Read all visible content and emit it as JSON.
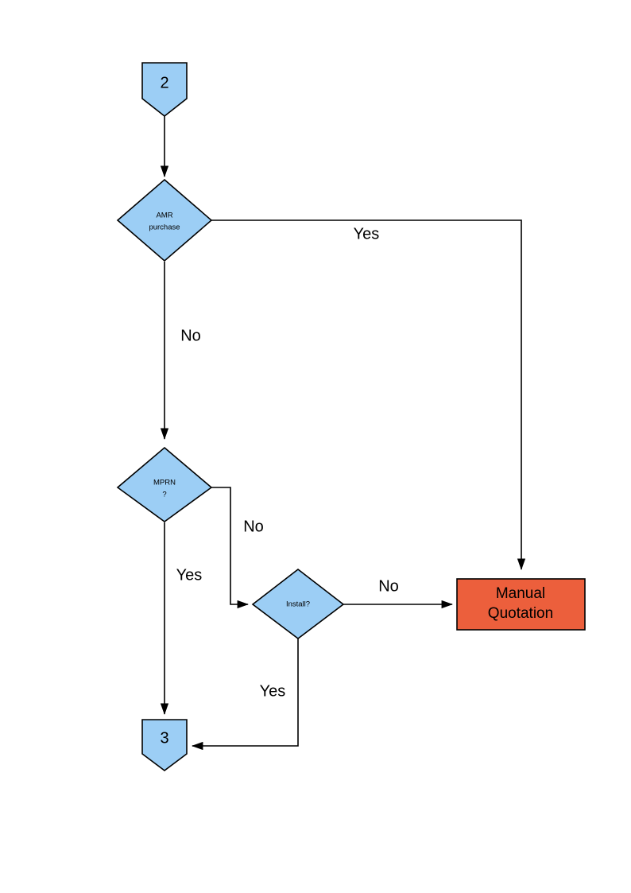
{
  "diagram": {
    "type": "flowchart",
    "title": "",
    "colors": {
      "node_fill_blue": "#9CCEF5",
      "node_fill_orange": "#EC5F3C",
      "stroke": "#000000",
      "background": "#FFFFFF",
      "text": "#000000"
    },
    "nodes": [
      {
        "id": "start-2",
        "shape": "pentagon-connector",
        "label": "2",
        "fill": "#9CCEF5"
      },
      {
        "id": "amr-purchase",
        "shape": "diamond",
        "label_line1": "AMR",
        "label_line2": "purchase",
        "fill": "#9CCEF5"
      },
      {
        "id": "mprn",
        "shape": "diamond",
        "label_line1": "MPRN",
        "label_line2": "?",
        "fill": "#9CCEF5"
      },
      {
        "id": "install",
        "shape": "diamond",
        "label": "Install?",
        "fill": "#9CCEF5"
      },
      {
        "id": "manual-quotation",
        "shape": "rectangle",
        "label_line1": "Manual",
        "label_line2": "Quotation",
        "fill": "#EC5F3C"
      },
      {
        "id": "end-3",
        "shape": "pentagon-connector",
        "label": "3",
        "fill": "#9CCEF5"
      }
    ],
    "edges": [
      {
        "id": "e-start-to-amr",
        "from": "start-2",
        "to": "amr-purchase",
        "label": ""
      },
      {
        "id": "e-amr-yes",
        "from": "amr-purchase",
        "to": "manual-quotation",
        "label": "Yes"
      },
      {
        "id": "e-amr-no",
        "from": "amr-purchase",
        "to": "mprn",
        "label": "No"
      },
      {
        "id": "e-mprn-no",
        "from": "mprn",
        "to": "install",
        "label": "No"
      },
      {
        "id": "e-mprn-yes",
        "from": "mprn",
        "to": "end-3",
        "label": "Yes"
      },
      {
        "id": "e-install-no",
        "from": "install",
        "to": "manual-quotation",
        "label": "No"
      },
      {
        "id": "e-install-yes",
        "from": "install",
        "to": "end-3",
        "label": "Yes"
      }
    ]
  }
}
